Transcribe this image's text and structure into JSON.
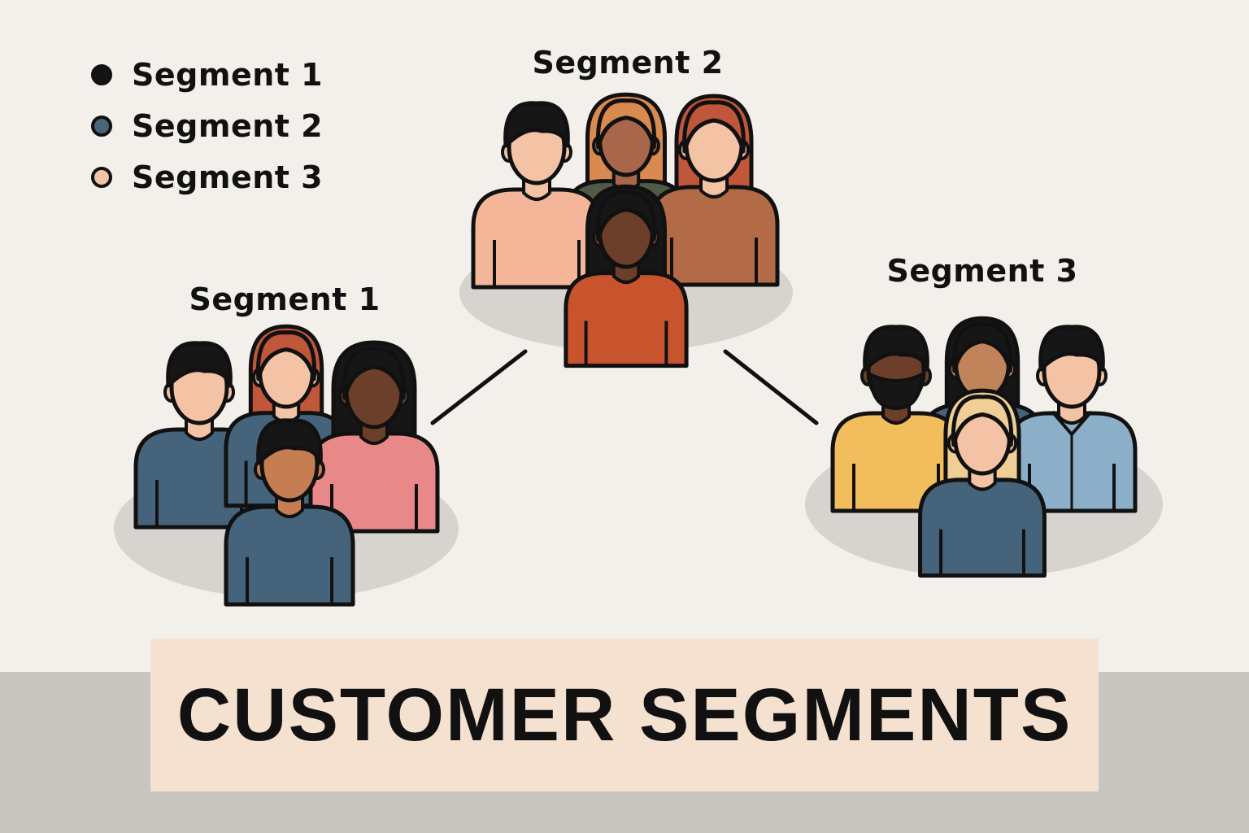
{
  "legend": {
    "items": [
      {
        "label": "Segment 1",
        "color": "#141414"
      },
      {
        "label": "Segment 2",
        "color": "#4a6478"
      },
      {
        "label": "Segment 3",
        "color": "#f4c3a6"
      }
    ]
  },
  "groups": [
    {
      "title": "Segment 1"
    },
    {
      "title": "Segment 2"
    },
    {
      "title": "Segment 3"
    }
  ],
  "banner": {
    "title": "CUSTOMER SEGMENTS"
  },
  "colors": {
    "background": "#f3f0eb",
    "floor": "#c9c6c2",
    "banner": "#f5e1cf",
    "shadow": "#d7d3ce",
    "outline": "#111111"
  }
}
